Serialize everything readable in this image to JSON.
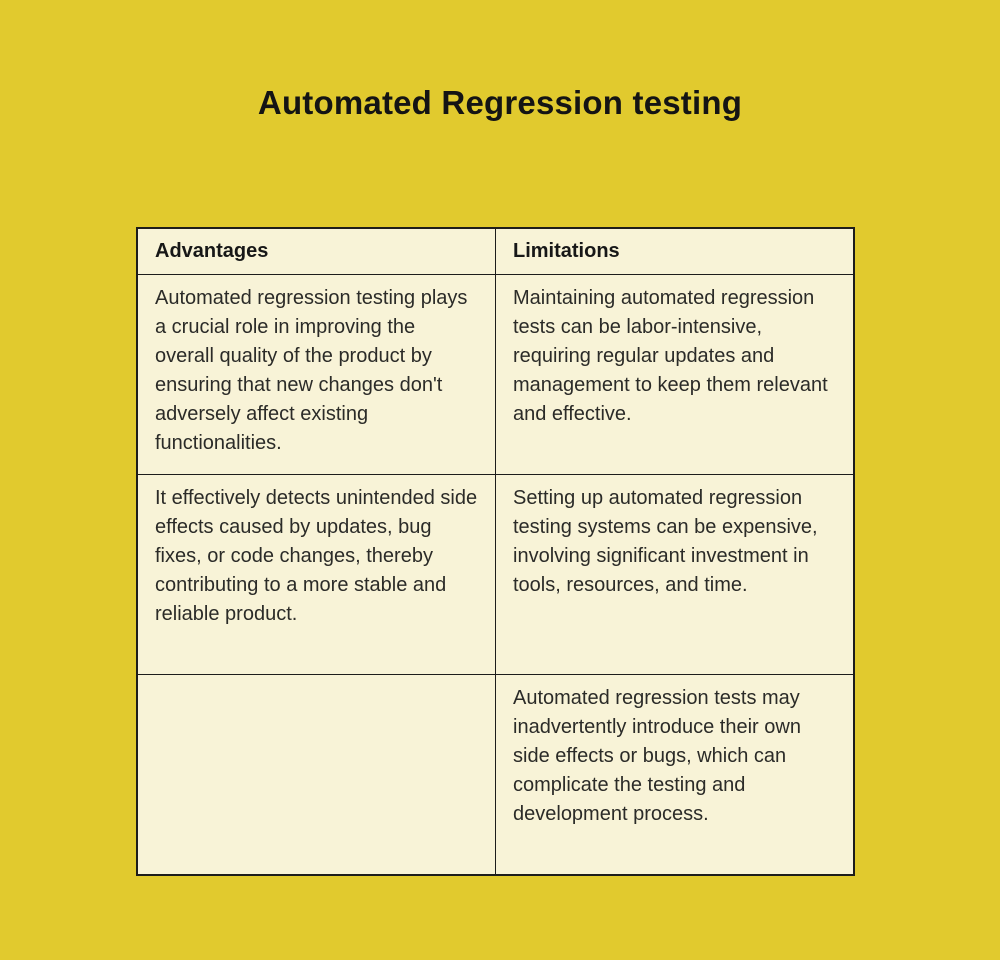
{
  "page": {
    "title": "Automated Regression testing"
  },
  "table": {
    "headers": [
      "Advantages",
      "Limitations"
    ],
    "rows": [
      [
        "Automated regression testing plays a crucial role in improving the overall quality of the product by ensuring that new changes don't adversely affect existing functionalities.",
        "Maintaining automated regression tests can be labor-intensive, requiring regular updates and management to keep them relevant and effective."
      ],
      [
        "It effectively detects unintended side effects caused by updates, bug fixes, or code changes, thereby contributing to a more stable and reliable product.",
        "Setting up automated regression testing systems can be expensive, involving significant investment in tools, resources, and time."
      ],
      [
        "",
        "Automated regression tests may inadvertently introduce their own side effects or bugs, which can complicate the testing and development process."
      ]
    ]
  },
  "colors": {
    "page_background": "#e1ca2e",
    "cell_background": "#f8f3d7",
    "border": "#1d1d1b",
    "title_text": "#141414",
    "body_text": "#2b2b28"
  }
}
